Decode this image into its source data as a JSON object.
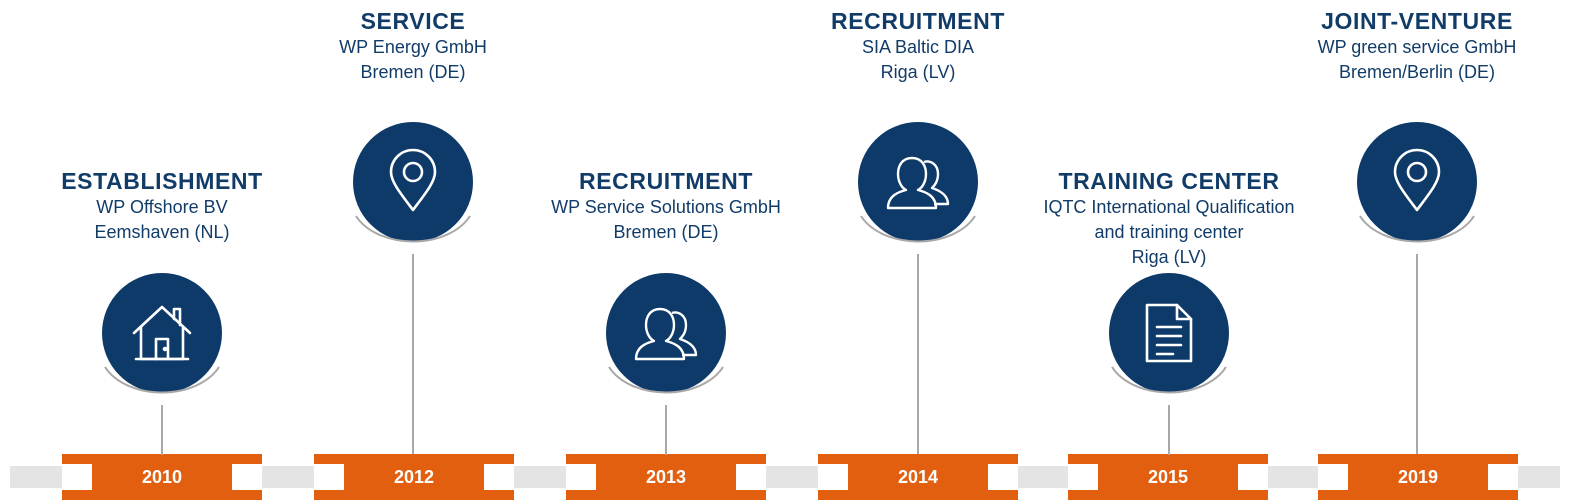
{
  "colors": {
    "primary_navy": "#0e3a6a",
    "text_navy": "#123c68",
    "accent_orange": "#e35f10",
    "track_gray": "#e4e4e4",
    "connector_gray": "#a8a8a8"
  },
  "timeline": [
    {
      "year": "2010",
      "title": "ESTABLISHMENT",
      "lines": [
        "WP Offshore BV",
        "Eemshaven (NL)"
      ],
      "icon": "house-icon"
    },
    {
      "year": "2012",
      "title": "SERVICE",
      "lines": [
        "WP Energy GmbH",
        "Bremen (DE)"
      ],
      "icon": "location-pin-icon"
    },
    {
      "year": "2013",
      "title": "RECRUITMENT",
      "lines": [
        "WP Service Solutions GmbH",
        "Bremen (DE)"
      ],
      "icon": "people-icon"
    },
    {
      "year": "2014",
      "title": "RECRUITMENT",
      "lines": [
        "SIA Baltic DIA",
        "Riga (LV)"
      ],
      "icon": "people-icon"
    },
    {
      "year": "2015",
      "title": "TRAINING CENTER",
      "lines": [
        "IQTC International Qualification",
        "and training center",
        "Riga (LV)"
      ],
      "icon": "document-icon"
    },
    {
      "year": "2019",
      "title": "JOINT-VENTURE",
      "lines": [
        "WP green service GmbH",
        "Bremen/Berlin (DE)"
      ],
      "icon": "location-pin-icon"
    }
  ]
}
